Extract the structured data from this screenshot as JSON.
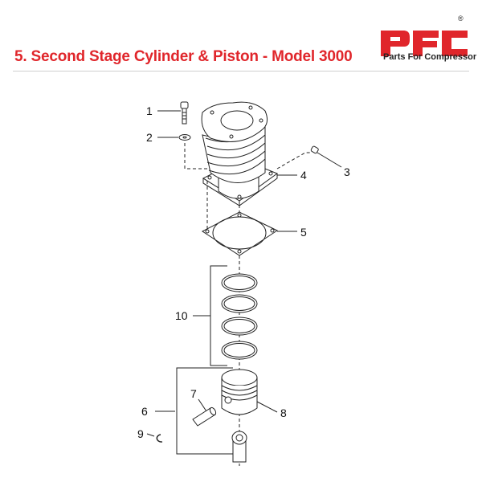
{
  "header": {
    "title": "5. Second Stage Cylinder & Piston - Model 3000",
    "logo": {
      "mark": "PFC",
      "tagline": "Parts For Compressor",
      "registered": "®",
      "brand_color": "#e0262b"
    }
  },
  "diagram": {
    "callouts": [
      {
        "id": "1",
        "part": "bolt"
      },
      {
        "id": "2",
        "part": "washer"
      },
      {
        "id": "3",
        "part": "plug"
      },
      {
        "id": "4",
        "part": "cylinder"
      },
      {
        "id": "5",
        "part": "gasket"
      },
      {
        "id": "6",
        "part": "piston-assembly"
      },
      {
        "id": "7",
        "part": "wrist-pin"
      },
      {
        "id": "8",
        "part": "piston"
      },
      {
        "id": "9",
        "part": "retaining-clip"
      },
      {
        "id": "10",
        "part": "piston-rings"
      }
    ]
  }
}
